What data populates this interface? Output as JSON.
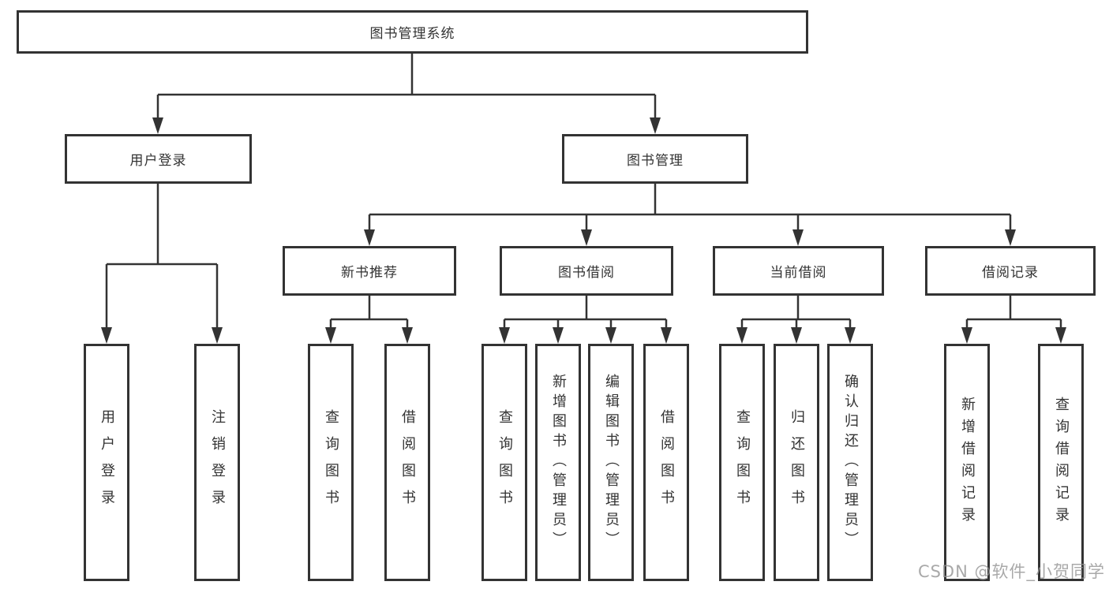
{
  "tree": {
    "root": "图书管理系统",
    "branches": [
      {
        "label": "用户登录",
        "children": [
          "用户登录",
          "注销登录"
        ]
      },
      {
        "label": "图书管理",
        "groups": [
          {
            "label": "新书推荐",
            "children": [
              "查询图书",
              "借阅图书"
            ]
          },
          {
            "label": "图书借阅",
            "children": [
              "查询图书",
              "新增图书（管理员）",
              "编辑图书（管理员）",
              "借阅图书"
            ]
          },
          {
            "label": "当前借阅",
            "children": [
              "查询图书",
              "归还图书",
              "确认归还（管理员）"
            ]
          },
          {
            "label": "借阅记录",
            "children": [
              "新增借阅记录",
              "查询借阅记录"
            ]
          }
        ]
      }
    ]
  },
  "watermark": {
    "text": "CSDN @软件_小贺同学"
  },
  "colors": {
    "line": "#333333",
    "box_border": "#333333",
    "text": "#333333",
    "background": "#ffffff",
    "watermark": "#949494"
  }
}
